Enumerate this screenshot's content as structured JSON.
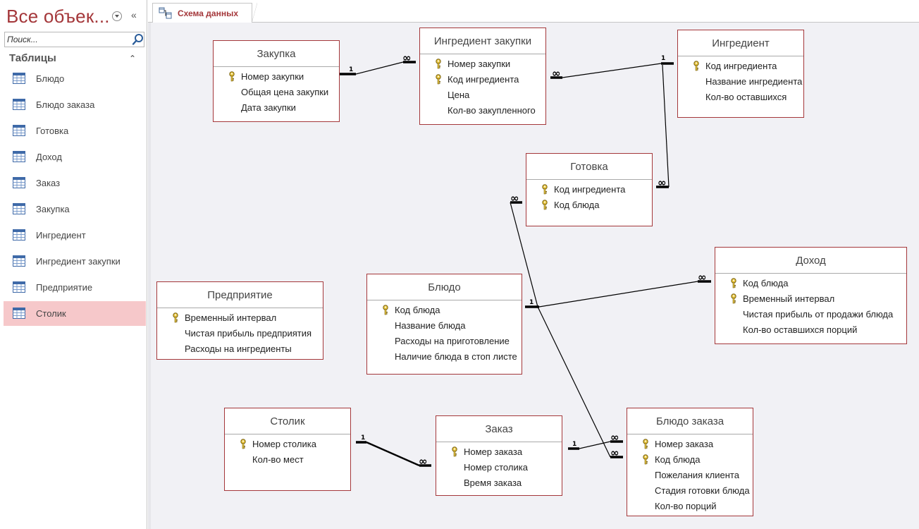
{
  "nav": {
    "title": "Все объек...",
    "search_placeholder": "Поиск...",
    "section_label": "Таблицы",
    "items": [
      {
        "label": "Блюдо"
      },
      {
        "label": "Блюдо заказа"
      },
      {
        "label": "Готовка"
      },
      {
        "label": "Доход"
      },
      {
        "label": "Заказ"
      },
      {
        "label": "Закупка"
      },
      {
        "label": "Ингредиент"
      },
      {
        "label": "Ингредиент закупки"
      },
      {
        "label": "Предприятие"
      },
      {
        "label": "Столик"
      }
    ],
    "selected_item": "Столик"
  },
  "tab": {
    "label": "Схема данных"
  },
  "colors": {
    "accent": "#a4373a",
    "selected_bg": "#f6c8ca",
    "canvas_bg": "#f1f1f5"
  },
  "tables": {
    "zakupka": {
      "title": "Закупка",
      "fields": [
        {
          "name": "Номер закупки",
          "key": true
        },
        {
          "name": "Общая цена закупки",
          "key": false
        },
        {
          "name": "Дата закупки",
          "key": false
        }
      ]
    },
    "ingr_zakupki": {
      "title": "Ингредиент закупки",
      "fields": [
        {
          "name": "Номер закупки",
          "key": true
        },
        {
          "name": "Код ингредиента",
          "key": true
        },
        {
          "name": "Цена",
          "key": false
        },
        {
          "name": "Кол-во закупленного",
          "key": false
        }
      ]
    },
    "ingredient": {
      "title": "Ингредиент",
      "fields": [
        {
          "name": "Код ингредиента",
          "key": true
        },
        {
          "name": "Название ингредиента",
          "key": false
        },
        {
          "name": "Кол-во оставшихся",
          "key": false
        }
      ]
    },
    "gotovka": {
      "title": "Готовка",
      "fields": [
        {
          "name": "Код ингредиента",
          "key": true
        },
        {
          "name": "Код блюда",
          "key": true
        }
      ]
    },
    "dohod": {
      "title": "Доход",
      "fields": [
        {
          "name": "Код блюда",
          "key": true
        },
        {
          "name": "Временный интервал",
          "key": true
        },
        {
          "name": "Чистая прибыль от продажи блюда",
          "key": false
        },
        {
          "name": "Кол-во оставшихся порций",
          "key": false
        }
      ]
    },
    "predpriyatie": {
      "title": "Предприятие",
      "fields": [
        {
          "name": "Временный интервал",
          "key": true
        },
        {
          "name": "Чистая прибыль предприятия",
          "key": false
        },
        {
          "name": "Расходы на ингредиенты",
          "key": false
        }
      ]
    },
    "bludo": {
      "title": "Блюдо",
      "fields": [
        {
          "name": "Код блюда",
          "key": true
        },
        {
          "name": "Название блюда",
          "key": false
        },
        {
          "name": "Расходы на приготовление",
          "key": false
        },
        {
          "name": "Наличие блюда в стоп листе",
          "key": false
        }
      ]
    },
    "stolik": {
      "title": "Столик",
      "fields": [
        {
          "name": "Номер столика",
          "key": true
        },
        {
          "name": "Кол-во мест",
          "key": false
        }
      ]
    },
    "zakaz": {
      "title": "Заказ",
      "fields": [
        {
          "name": "Номер заказа",
          "key": true
        },
        {
          "name": "Номер столика",
          "key": false
        },
        {
          "name": "Время заказа",
          "key": false
        }
      ]
    },
    "bludo_zakaza": {
      "title": "Блюдо заказа",
      "fields": [
        {
          "name": "Номер заказа",
          "key": true
        },
        {
          "name": "Код блюда",
          "key": true
        },
        {
          "name": "Пожелания клиента",
          "key": false
        },
        {
          "name": "Стадия готовки блюда",
          "key": false
        },
        {
          "name": "Кол-во порций",
          "key": false
        }
      ]
    }
  },
  "relationships": [
    {
      "from": "Закупка",
      "to": "Ингредиент закупки",
      "one": "1",
      "many": "∞"
    },
    {
      "from": "Ингредиент",
      "to": "Ингредиент закупки",
      "one": "1",
      "many": "∞"
    },
    {
      "from": "Ингредиент",
      "to": "Готовка",
      "one": "1",
      "many": "∞"
    },
    {
      "from": "Блюдо",
      "to": "Готовка",
      "one": "1",
      "many": "∞"
    },
    {
      "from": "Блюдо",
      "to": "Доход",
      "one": "1",
      "many": "∞"
    },
    {
      "from": "Блюдо",
      "to": "Блюдо заказа",
      "one": "1",
      "many": "∞"
    },
    {
      "from": "Столик",
      "to": "Заказ",
      "one": "1",
      "many": "∞"
    },
    {
      "from": "Заказ",
      "to": "Блюдо заказа",
      "one": "1",
      "many": "∞"
    }
  ],
  "card_labels": {
    "one": "1",
    "many": "∞"
  }
}
